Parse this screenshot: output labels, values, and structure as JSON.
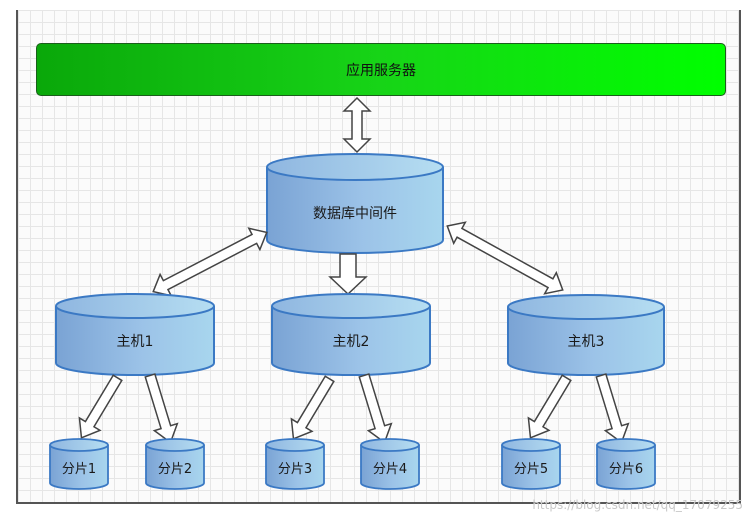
{
  "server": {
    "label": "应用服务器"
  },
  "middleware": {
    "label": "数据库中间件"
  },
  "hosts": [
    {
      "label": "主机1"
    },
    {
      "label": "主机2"
    },
    {
      "label": "主机3"
    }
  ],
  "shards": [
    {
      "label": "分片1"
    },
    {
      "label": "分片2"
    },
    {
      "label": "分片3"
    },
    {
      "label": "分片4"
    },
    {
      "label": "分片5"
    },
    {
      "label": "分片6"
    }
  ],
  "watermark": "https://blog.csdn.net/qq_17079255",
  "colors": {
    "server_start": "#0aa80a",
    "server_end": "#00ff00",
    "cylinder_body": "#8ab4dd",
    "cylinder_edge": "#3b79c4"
  }
}
